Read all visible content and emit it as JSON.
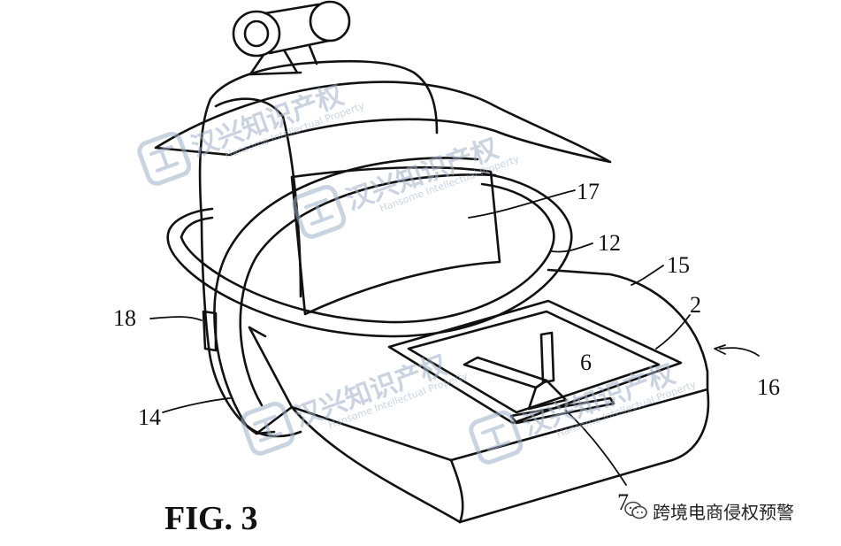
{
  "figure": {
    "title": "FIG. 3",
    "labels": {
      "l17": "17",
      "l12": "12",
      "l15": "15",
      "l2": "2",
      "l16": "16",
      "l18": "18",
      "l6": "6",
      "l14": "14",
      "l7": "7"
    }
  },
  "watermark": {
    "text": "汉兴知识产权",
    "subtext": "Hansome Intellectual Property",
    "color": "#9fb0c6"
  },
  "credit": {
    "text": "跨境电商侵权预警",
    "icon": "wechat-icon"
  },
  "colors": {
    "line": "#111111",
    "background": "#ffffff"
  }
}
